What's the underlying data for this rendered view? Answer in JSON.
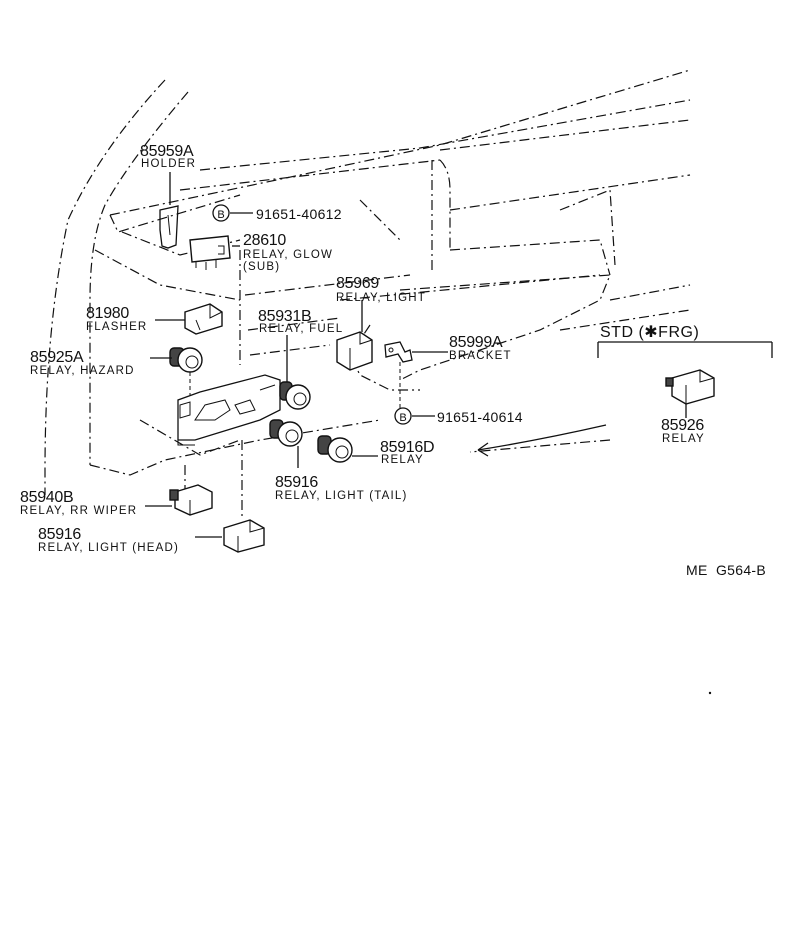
{
  "parts": [
    {
      "id": "holder",
      "number": "85959A",
      "name": "HOLDER"
    },
    {
      "id": "bolt-top",
      "marker": "B",
      "number": "91651-40612"
    },
    {
      "id": "relay-glow-sub",
      "number": "28610",
      "name1": "RELAY, GLOW",
      "name2": "(SUB)"
    },
    {
      "id": "relay-light",
      "number": "85969",
      "name": "RELAY, LIGHT"
    },
    {
      "id": "flasher",
      "number": "81980",
      "name": "FLASHER"
    },
    {
      "id": "relay-fuel",
      "number": "85931B",
      "name": "RELAY, FUEL"
    },
    {
      "id": "bracket",
      "number": "85999A",
      "name": "BRACKET"
    },
    {
      "id": "relay-hazard",
      "number": "85925A",
      "name": "RELAY, HAZARD"
    },
    {
      "id": "bolt-bottom",
      "marker": "B",
      "number": "91651-40614"
    },
    {
      "id": "relay-85916d",
      "number": "85916D",
      "name": "RELAY"
    },
    {
      "id": "relay-light-tail",
      "number": "85916",
      "name": "RELAY, LIGHT (TAIL)"
    },
    {
      "id": "relay-rr-wiper",
      "number": "85940B",
      "name": "RELAY, RR WIPER"
    },
    {
      "id": "relay-light-head",
      "number": "85916",
      "name": "RELAY, LIGHT (HEAD)"
    }
  ],
  "std_group": {
    "header": "STD (✱FRG)",
    "number": "85926",
    "name": "RELAY"
  },
  "diagram_code": "ME  G564-B"
}
